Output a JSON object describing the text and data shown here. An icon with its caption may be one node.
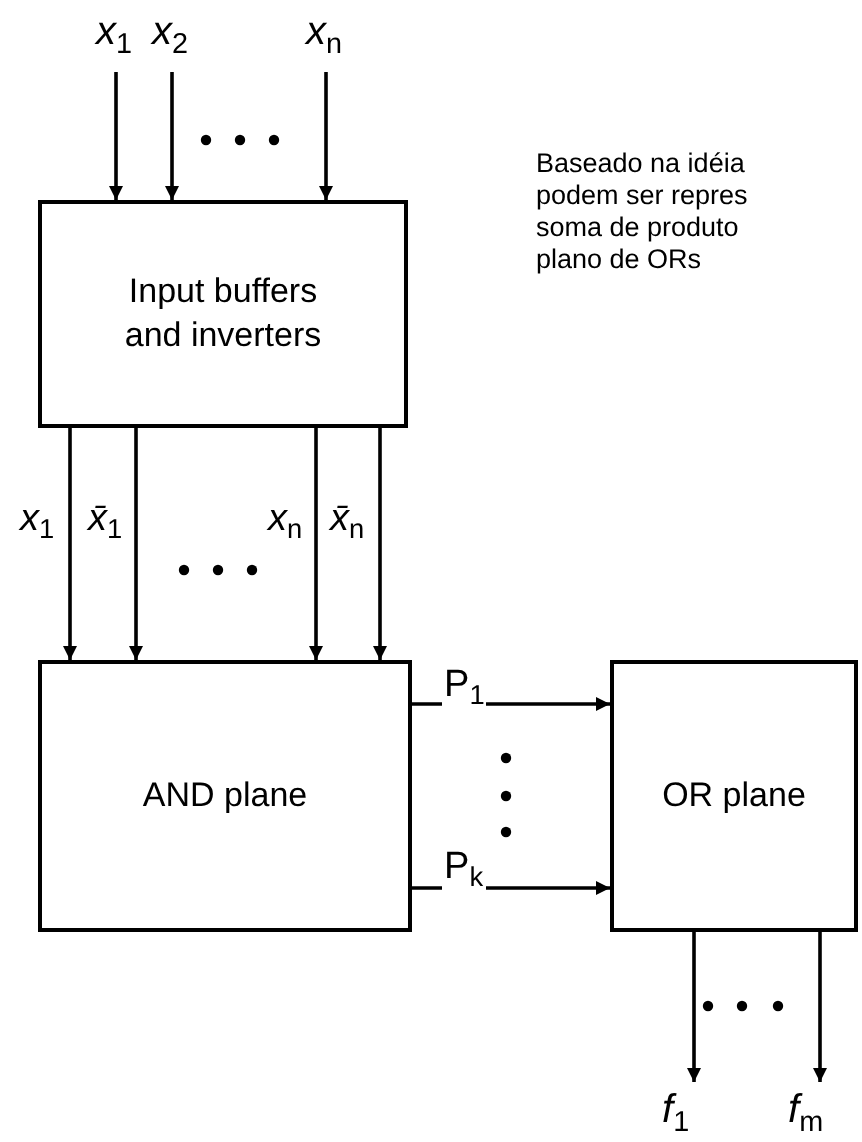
{
  "diagram": {
    "nodes": [
      {
        "text": [
          "*x*$_{1}$"
        ]
      },
      {
        "text": [
          "*x*$_{2}$"
        ]
      },
      {
        "text": [
          "*x*$_{n}$"
        ]
      },
      {
        "text": [
          "Input buffers and inverters"
        ]
      },
      {
        "text": [
          "AND plane"
        ]
      },
      {
        "text": [
          "OR plane"
        ]
      },
      {
        "text": [
          "*f*$_{1}$"
        ]
      },
      {
        "text": [
          "*f*$_{m}$"
        ]
      }
    ],
    "edges": [
      {
        "from": 0,
        "to": 3,
        "arrow": "to"
      },
      {
        "from": 1,
        "to": 3,
        "arrow": "to"
      },
      {
        "from": 2,
        "to": 3,
        "arrow": "to"
      },
      {
        "from": 3,
        "to": 4,
        "arrow": "to",
        "label": "*x*$_{1}$"
      },
      {
        "from": 3,
        "to": 4,
        "arrow": "to",
        "label": "*x̄*$_{1}$"
      },
      {
        "from": 3,
        "to": 4,
        "arrow": "to",
        "label": "*x*$_{n}$"
      },
      {
        "from": 3,
        "to": 4,
        "arrow": "to",
        "label": "*x̄*$_{n}$"
      },
      {
        "from": 4,
        "to": 5,
        "arrow": "to",
        "label": "P$_{k}$"
      },
      {
        "from": 4,
        "to": 5,
        "arrow": "to",
        "label": "P$_{1}$"
      },
      {
        "from": 5,
        "to": 6,
        "arrow": "to"
      },
      {
        "from": 5,
        "to": 7,
        "arrow": "to"
      }
    ],
    "labels": [
      "Baseado na idéia",
      "podem ser repres",
      "soma de produto",
      "plano de ORs"
    ]
  }
}
